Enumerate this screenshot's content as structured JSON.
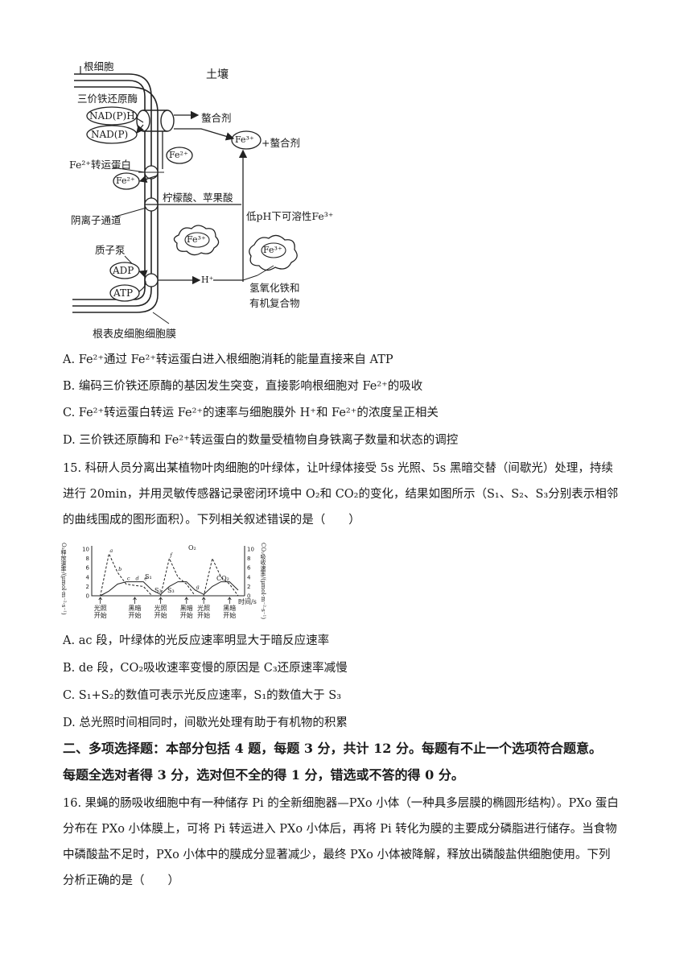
{
  "diagram": {
    "root_cell": "根细胞",
    "soil": "土壤",
    "ferric_reductase": "三价铁还原酶",
    "nadph": "NAD(P)H",
    "nadp": "NAD(P)",
    "chelator": "螯合剂",
    "fe3_chelator": "+螯合剂",
    "fe2_transporter": "Fe²⁺转运蛋白",
    "fe2": "Fe²⁺",
    "fe3": "Fe³⁺",
    "citric_malic": "柠檬酸、苹果酸",
    "anion_channel": "阴离子通道",
    "low_ph_fe3": "低pH下可溶性Fe³⁺",
    "proton_pump": "质子泵",
    "adp": "ADP",
    "atp": "ATP",
    "h_plus": "H⁺",
    "ferric_hydroxide_1": "氢氧化铁和",
    "ferric_hydroxide_2": "有机复合物",
    "epidermis_membrane": "根表皮细胞细胞膜"
  },
  "q14_options": {
    "a": "A. Fe²⁺通过 Fe²⁺转运蛋白进入根细胞消耗的能量直接来自 ATP",
    "b": "B. 编码三价铁还原酶的基因发生突变，直接影响根细胞对 Fe²⁺的吸收",
    "c": "C. Fe²⁺转运蛋白转运 Fe²⁺的速率与细胞膜外 H⁺和 Fe²⁺的浓度呈正相关",
    "d": "D. 三价铁还原酶和 Fe²⁺转运蛋白的数量受植物自身铁离子数量和状态的调控"
  },
  "q15": {
    "stem_1": "15. 科研人员分离出某植物叶肉细胞的叶绿体，让叶绿体接受 5s 光照、5s 黑暗交替（间歇光）处理，持续",
    "stem_2": "进行 20min，并用灵敏传感器记录密闭环境中 O₂和 CO₂的变化，结果如图所示（S₁、S₂、S₃分别表示相邻",
    "stem_3": "的曲线围成的图形面积）。下列相关叙述错误的是（　　）",
    "a": "A. ac 段，叶绿体的光反应速率明显大于暗反应速率",
    "b": "B. de 段，CO₂吸收速率变慢的原因是 C₃还原速率减慢",
    "c": "C. S₁+S₂的数值可表示光反应速率，S₁的数值大于 S₃",
    "d": "D. 总光照时间相同时，间歇光处理有助于有机物的积累"
  },
  "chart_data": {
    "type": "line",
    "ylabel_left": "O₂释放速率/(μmol·m⁻²·s⁻¹)",
    "ylabel_right": "CO₂吸收速率/(μmol·m⁻²·s⁻¹)",
    "xlabel": "时间/s",
    "yticks": [
      "0",
      "2",
      "4",
      "6",
      "8",
      "10"
    ],
    "ylim": [
      0,
      10
    ],
    "series": [
      {
        "name": "O₂",
        "style": "dashed"
      },
      {
        "name": "CO₂",
        "style": "solid"
      }
    ],
    "point_labels": [
      "a",
      "b",
      "c",
      "d",
      "e",
      "f",
      "g"
    ],
    "area_labels": [
      "S₁",
      "S₂",
      "S₃"
    ],
    "x_markers": [
      "光照开始",
      "黑暗开始",
      "光照开始",
      "黑暗开始",
      "光照开始",
      "黑暗开始"
    ],
    "o2_values": [
      0,
      0,
      9,
      5,
      2.5,
      2.2,
      2.0,
      0,
      0,
      8,
      4,
      2.5,
      0,
      0,
      8,
      4,
      2.5,
      0
    ],
    "co2_values": [
      0,
      0,
      1,
      2.5,
      3,
      3,
      3,
      1.2,
      0.3,
      2,
      3,
      3,
      1.2,
      0.3,
      2,
      3,
      3,
      1.2
    ]
  },
  "section2": {
    "line1": "二、多项选择题：本部分包括 4 题，每题 3 分，共计 12 分。每题有不止一个选项符合题意。",
    "line2": "每题全选对者得 3 分，选对但不全的得 1 分，错选或不答的得 0 分。"
  },
  "q16": {
    "line1": "16. 果蝇的肠吸收细胞中有一种储存 Pi 的全新细胞器—PXo 小体（一种具多层膜的椭圆形结构）。PXo 蛋白",
    "line2": "分布在 PXo 小体膜上，可将 Pi 转运进入 PXo 小体后，再将 Pi 转化为膜的主要成分磷脂进行储存。当食物",
    "line3": "中磷酸盐不足时，PXo 小体中的膜成分显著减少，最终 PXo 小体被降解，释放出磷酸盐供细胞使用。下列",
    "line4": "分析正确的是（　　）"
  }
}
